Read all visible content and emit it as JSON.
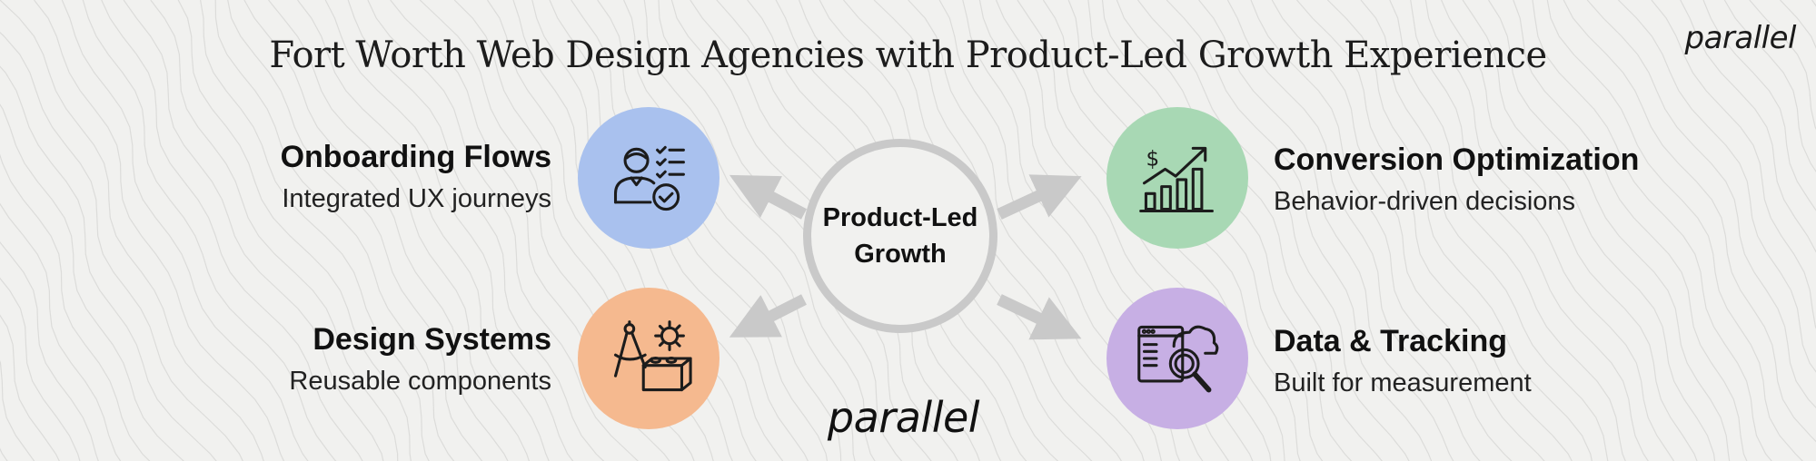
{
  "title": "Fort Worth Web Design Agencies with Product-Led Growth Experience",
  "brand": {
    "corner_logo": "parallel",
    "center_logo": "parallel"
  },
  "hub": {
    "label_line1": "Product-Led",
    "label_line2": "Growth"
  },
  "nodes": [
    {
      "title": "Onboarding Flows",
      "subtitle": "Integrated UX journeys",
      "icon": "user-checklist-icon",
      "color": "#a9c1ee"
    },
    {
      "title": "Conversion Optimization",
      "subtitle": "Behavior-driven decisions",
      "icon": "growth-chart-icon",
      "color": "#a8d8b4"
    },
    {
      "title": "Design Systems",
      "subtitle": "Reusable components",
      "icon": "compass-gear-block-icon",
      "color": "#f5b98f"
    },
    {
      "title": "Data & Tracking",
      "subtitle": "Built for measurement",
      "icon": "cloud-magnifier-icon",
      "color": "#c7afe4"
    }
  ]
}
